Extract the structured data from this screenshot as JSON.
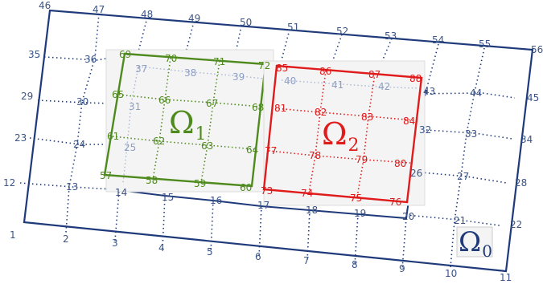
{
  "colors": {
    "outer": "#1f3a7a",
    "node": "#3b5588",
    "inner_bg": "#8e9fc4",
    "green": "#4f8a1e",
    "red": "#e01b1b",
    "dots": "#1f3a7a"
  },
  "regions": {
    "omega0": "Ω",
    "omega0_sub": "0",
    "omega1": "Ω",
    "omega1_sub": "1",
    "omega2": "Ω",
    "omega2_sub": "2"
  },
  "node_labels": {
    "n1": "1",
    "n2": "2",
    "n3": "3",
    "n4": "4",
    "n5": "5",
    "n6": "6",
    "n7": "7",
    "n8": "8",
    "n9": "9",
    "n10": "10",
    "n11": "11",
    "n12": "12",
    "n13": "13",
    "n14": "14",
    "n15": "15",
    "n16": "16",
    "n17": "17",
    "n18": "18",
    "n19": "19",
    "n20": "20",
    "n21": "21",
    "n22": "22",
    "n23": "23",
    "n24": "24",
    "n25": "25",
    "n26": "26",
    "n27": "27",
    "n28": "28",
    "n29": "29",
    "n30": "30",
    "n31": "31",
    "n32": "32",
    "n33": "33",
    "n34": "34",
    "n35": "35",
    "n36": "36",
    "n37": "37",
    "n38": "38",
    "n39": "39",
    "n40": "40",
    "n41": "41",
    "n42": "42",
    "n43": "43",
    "n44": "44",
    "n45": "45",
    "n46": "46",
    "n47": "47",
    "n48": "48",
    "n49": "49",
    "n50": "50",
    "n51": "51",
    "n52": "52",
    "n53": "53",
    "n54": "54",
    "n55": "55",
    "n56": "56",
    "n57": "57",
    "n58": "58",
    "n59": "59",
    "n60": "60",
    "n61": "61",
    "n62": "62",
    "n63": "63",
    "n64": "64",
    "n65": "65",
    "n66": "66",
    "n67": "67",
    "n68": "68",
    "n69": "69",
    "n70": "70",
    "n71": "71",
    "n72": "72",
    "n73": "73",
    "n74": "74",
    "n75": "75",
    "n76": "76",
    "n77": "77",
    "n78": "78",
    "n79": "79",
    "n80": "80",
    "n81": "81",
    "n82": "82",
    "n83": "83",
    "n84": "84",
    "n85": "85",
    "n86": "86",
    "n87": "87",
    "n88": "88"
  }
}
